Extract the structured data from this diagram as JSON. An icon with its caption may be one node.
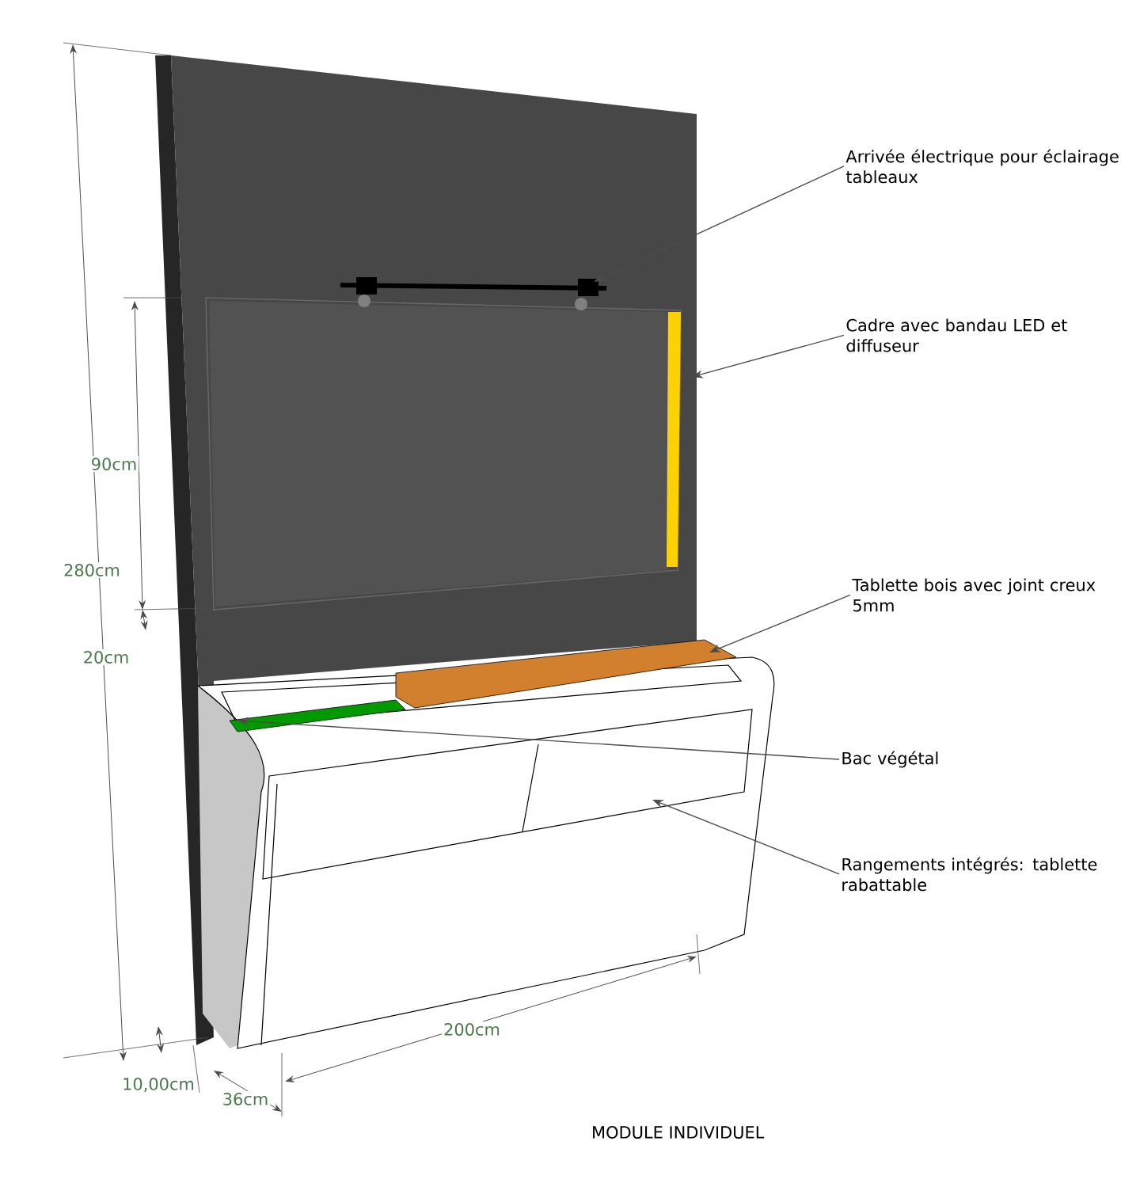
{
  "diagram": {
    "caption": "MODULE INDIVIDUEL",
    "nodes": [
      {
        "text": [
          "Arrivée électrique pour éclairage tableaux"
        ]
      },
      {
        "text": [
          "Cadre avec bandau LED et diffuseur"
        ]
      },
      {
        "text": [
          "Tablette bois avec joint creux 5mm"
        ]
      },
      {
        "text": [
          "Bac végétal"
        ]
      },
      {
        "text": [
          "Rangements intégrés: tablette rabattable"
        ]
      }
    ],
    "edges": [
      {
        "from": 0,
        "to": null,
        "arrow": "to"
      },
      {
        "from": 1,
        "to": null,
        "arrow": "to"
      },
      {
        "from": 2,
        "to": null,
        "arrow": "to"
      },
      {
        "from": 3,
        "to": null,
        "arrow": "to"
      },
      {
        "from": 4,
        "to": null,
        "arrow": "to"
      }
    ],
    "labels": [
      "280cm",
      "90cm",
      "20cm",
      "10,00cm",
      "36cm",
      "200cm"
    ]
  }
}
